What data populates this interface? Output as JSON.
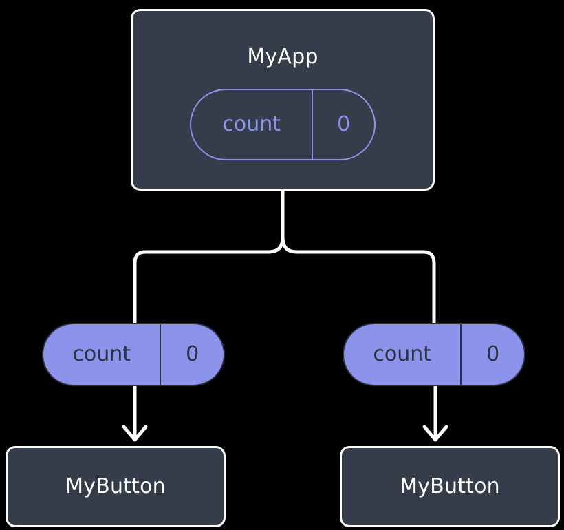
{
  "diagram": {
    "type": "component-state-flow-tree",
    "background_color": "#000000",
    "accent_color": "#8b93eb",
    "surface_color": "#353c4a",
    "stroke_color": "#ffffff",
    "root": {
      "id": "myapp",
      "title": "MyApp",
      "state": {
        "key": "count",
        "value": "0",
        "style": "outlined"
      }
    },
    "children": [
      {
        "id": "left",
        "prop": {
          "key": "count",
          "value": "0",
          "style": "filled"
        },
        "component": {
          "id": "mybutton-left",
          "title": "MyButton"
        }
      },
      {
        "id": "right",
        "prop": {
          "key": "count",
          "value": "0",
          "style": "filled"
        },
        "component": {
          "id": "mybutton-right",
          "title": "MyButton"
        }
      }
    ],
    "edges": {
      "fork_label": "",
      "arrow_style": "open-v-arrowhead"
    }
  }
}
